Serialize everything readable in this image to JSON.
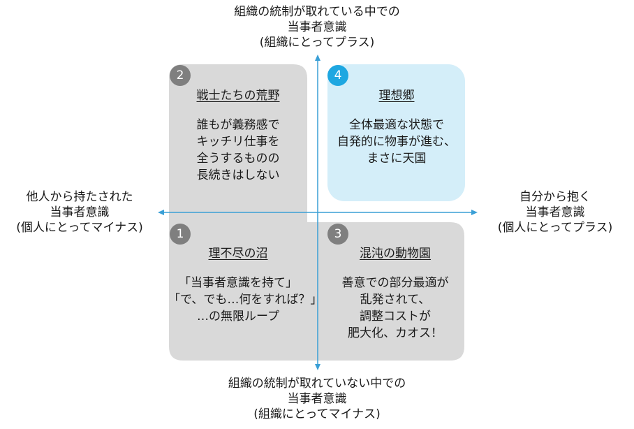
{
  "axes": {
    "top": {
      "lines": [
        "組織の統制が取れている中での",
        "当事者意識",
        "(組織にとってプラス)"
      ]
    },
    "bottom": {
      "lines": [
        "組織の統制が取れていない中での",
        "当事者意識",
        "(組織にとってマイナス)"
      ]
    },
    "left": {
      "lines": [
        "他人から持たされた",
        "当事者意識",
        "(個人にとってマイナス)"
      ]
    },
    "right": {
      "lines": [
        "自分から抱く",
        "当事者意識",
        "(個人にとってプラス)"
      ]
    }
  },
  "quadrants": {
    "q1": {
      "number": "1",
      "title": "理不尽の沼",
      "body": [
        "「当事者意識を持て」",
        "「で、でも…何をすれば？」",
        "…の無限ループ"
      ]
    },
    "q2": {
      "number": "2",
      "title": "戦士たちの荒野",
      "body": [
        "誰もが義務感で",
        "キッチリ仕事を",
        "全うするものの",
        "長続きはしない"
      ]
    },
    "q3": {
      "number": "3",
      "title": "混沌の動物園",
      "body": [
        "善意での部分最適が",
        "乱発されて、",
        "調整コストが",
        "肥大化、カオス！"
      ]
    },
    "q4": {
      "number": "4",
      "title": "理想郷",
      "body": [
        "全体最適な状態で",
        "自発的に物事が進む、",
        "まさに天国"
      ]
    }
  },
  "colors": {
    "gray_fill": "#d9d9d9",
    "blue_fill": "#d4eef9",
    "axis": "#3a9fd6",
    "gray_badge": "#7f7f7f",
    "blue_badge": "#1ea7e1"
  }
}
